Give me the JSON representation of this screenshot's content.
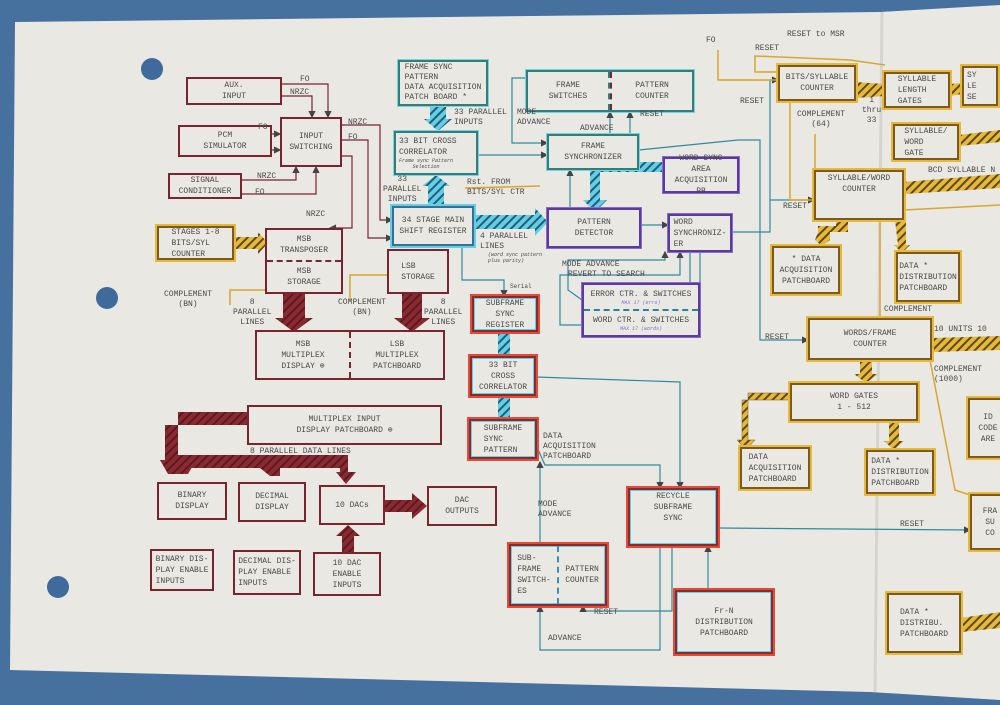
{
  "colors": {
    "background": "#46709e",
    "paper": "#e9e8e3",
    "maroon": "#7a2430",
    "teal": "#2f7f7a",
    "cyan": "#5fd0ea",
    "purple": "#5a3a9a",
    "yellow": "#e8b838",
    "red": "#e24a3a"
  },
  "boxes": {
    "aux_input": "AUX.\nINPUT",
    "pcm_simulator": "PCM\nSIMULATOR",
    "signal_conditioner": "SIGNAL\nCONDITIONER",
    "input_switching": "INPUT\nSWITCHING",
    "stages_counter": "STAGES 1-8\nBITS/SYL\nCOUNTER",
    "msb_transposer": "MSB\nTRANSPOSER",
    "msb_storage": "MSB\nSTORAGE",
    "frame_sync_pattern": "FRAME SYNC\nPATTERN\nDATA ACQUISITION\nPATCH BOARD *",
    "cross_correlator_main": "33 BIT CROSS\nCORRELATOR",
    "cross_correlator_note": "Frame sync Pattern\nSelection",
    "main_shift_register": "34 STAGE MAIN\nSHIFT REGISTER",
    "lsb_storage": "LSB\nSTORAGE",
    "msb_multiplex": "MSB\nMULTIPLEX\nDISPLAY  ⊕",
    "lsb_multiplex": "LSB\nMULTIPLEX\nPATCHBOARD",
    "multiplex_input_display": "MULTIPLEX  INPUT\nDISPLAY PATCHBOARD ⊕",
    "binary_display": "BINARY\nDISPLAY",
    "decimal_display": "DECIMAL\nDISPLAY",
    "ten_dacs": "10 DACs",
    "dac_outputs": "DAC\nOUTPUTS",
    "binary_enable": "BINARY DIS-\nPLAY ENABLE\nINPUTS",
    "decimal_enable": "DECIMAL DIS-\nPLAY ENABLE\nINPUTS",
    "dac_enable": "10 DAC\nENABLE\nINPUTS",
    "subframe_sync_register": "SUBFRAME\nSYNC\nREGISTER",
    "subframe_cross_correlator": "33 BIT\nCROSS\nCORRELATOR",
    "subframe_sync_pattern": "SUBFRAME\nSYNC\nPATTERN",
    "subframe_switches": "SUB-\nFRAME\nSWITCH-\nES",
    "subframe_pattern_counter": "PATTERN\nCOUNTER",
    "recycle_subframe_sync": "RECYCLE\nSUBFRAME\nSYNC",
    "frn_distribution": "Fr-N\nDISTRIBUTION\nPATCHBOARD",
    "frame_switches": "FRAME\nSWITCHES",
    "frame_pattern_counter": "PATTERN\nCOUNTER",
    "frame_synchronizer": "FRAME\nSYNCHRONIZER",
    "pattern_detector": "PATTERN\nDETECTOR",
    "word_sync_area": "WORD SYNC\nAREA\nACQUISITION PB",
    "word_synchronizer": "WORD\nSYNCHRONIZ-\nER",
    "error_ctr": "ERROR CTR. & SWITCHES",
    "error_ctr_note": "MAX 17 (errs)",
    "word_ctr": "WORD CTR.  & SWITCHES",
    "word_ctr_note": "MAX 17 (words)",
    "bits_syllable_counter": "BITS/SYLLABLE\nCOUNTER",
    "syllable_length_gates": "SYLLABLE\nLENGTH\nGATES",
    "syllable_word_gate": "SYLLABLE/\nWORD\nGATE",
    "syllable_word_counter": "SYLLABLE/WORD\nCOUNTER",
    "data_acq_pb_1": "* DATA\nACQUISITION\nPATCHBOARD",
    "data_dist_pb_1": "DATA  *\nDISTRIBUTION\nPATCHBOARD",
    "words_frame_counter": "WORDS/FRAME\nCOUNTER",
    "word_gates": "WORD GATES\n1 - 512",
    "data_acq_pb_2": "DATA\nACQUISITION\nPATCHBOARD",
    "data_dist_pb_2": "DATA  *\nDISTRIBUTION\nPATCHBOARD",
    "data_dist_pb_3": "DATA  *\nDISTRIBU.\nPATCHBOARD",
    "id_code_area": "ID\nCODE\nARE",
    "frame_subframe_counter": "FRA\nSU\nCO",
    "partial_syllable_box": "SY\nLE\nSE"
  },
  "labels": {
    "fo_aux": "FO",
    "nrzc_aux": "NRZC",
    "fo_pcm": "FO",
    "nrzc_sig": "NRZC",
    "fo_sig": "FO",
    "nrzc_out1": "NRZC",
    "fo_out": "FO",
    "nrzc_out2": "NRZC",
    "parallel_inputs_33_top": "33 PARALLEL\nINPUTS",
    "parallel_inputs_33": "33\nPARALLEL\nINPUTS",
    "rst_from": "Rst. FROM\nBITS/SYL CTR",
    "four_parallel": "4 PARALLEL\nLINES",
    "four_parallel_note": "(word sync pattern plus parity)",
    "serial": "Serial",
    "complement_bn_1": "COMPLEMENT\n(BN)",
    "complement_bn_2": "COMPLEMENT\n(BN)",
    "eight_parallel_1": "8\nPARALLEL\nLINES",
    "eight_parallel_2": "8\nPARALLEL\nLINES",
    "eight_parallel_data": "8 PARALLEL DATA LINES",
    "mode_advance_frame": "MODE\nADVANCE",
    "advance_frame": "ADVANCE",
    "reset_frame": "RESET",
    "mode_advance_word": "MODE ADVANCE",
    "revert_to_search": "REVERT TO SEARCH",
    "data_acq_pb_label": "DATA\nACQUISITION\nPATCHBOARD",
    "mode_advance_sub": "MODE\nADVANCE",
    "reset_sub": "RESET",
    "advance_sub": "ADVANCE",
    "fo_top": "FO",
    "reset_to_msr": "RESET to MSR",
    "reset_top": "RESET",
    "reset_left": "RESET",
    "reset_sw": "RESET",
    "one_thru_33": "1\nthru\n33",
    "complement_64": "COMPLEMENT\n(64)",
    "bcd_syllable": "BCD SYLLABLE N",
    "complement_right": "COMPLEMENT",
    "reset_wf": "RESET",
    "ten_units": "10 UNITS 10",
    "complement_1000": "COMPLEMENT\n(1000)",
    "reset_bottom": "RESET"
  }
}
